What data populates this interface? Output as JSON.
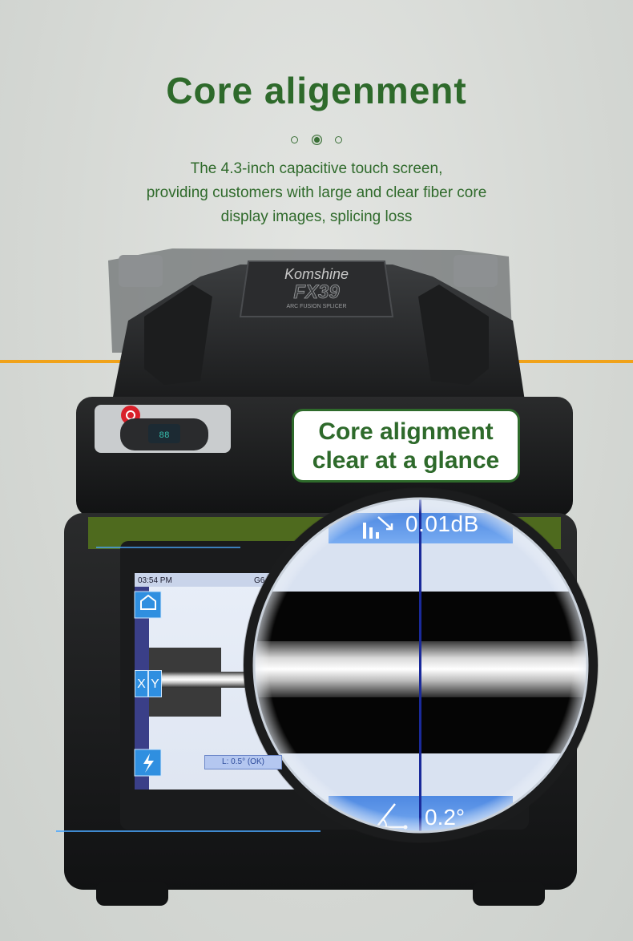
{
  "header": {
    "title": "Core aligenment",
    "description_lines": [
      "The 4.3-inch capacitive touch screen,",
      "providing customers with large and clear fiber core",
      "display images, splicing loss"
    ]
  },
  "pager": {
    "total": 3,
    "active_index": 1
  },
  "device": {
    "brand": "Komshine",
    "model": "FX39",
    "subtitle": "ARC FUSION SPLICER"
  },
  "callout": {
    "line1": "Core alignment",
    "line2": "clear at a glance"
  },
  "screen": {
    "time": "03:54 PM",
    "top_right": "G6",
    "status": "L: 0.5° (OK)",
    "xy_label_x": "X",
    "xy_label_y": "Y"
  },
  "magnifier": {
    "loss": "0.01dB",
    "angle": "0.2°"
  },
  "colors": {
    "accent_green": "#2e6a2b",
    "screen_blue": "#2f8fe0",
    "fiber_orange": "#f0a21a",
    "power_red": "#d9202a"
  },
  "icons": [
    "home-icon",
    "arc-icon",
    "signal-icon",
    "angle-icon",
    "power-icon"
  ]
}
